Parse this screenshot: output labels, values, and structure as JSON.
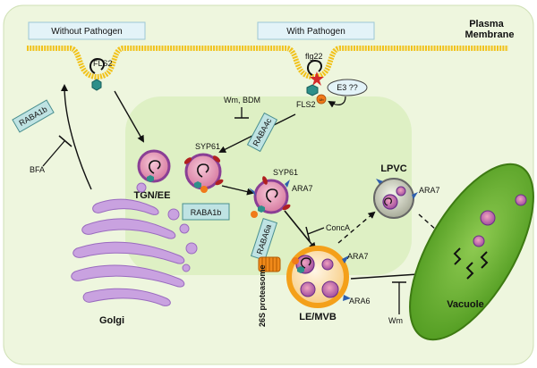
{
  "header": {
    "without_pathogen": "Without Pathogen",
    "with_pathogen": "With Pathogen",
    "plasma_membrane": "Plasma\nMembrane"
  },
  "labels": {
    "fls2_left": "FLS2",
    "flg22": "flg22",
    "e3": "E3 ??",
    "fls2_right": "FLS2",
    "ub": "Ub",
    "wm_bdm": "Wm, BDM",
    "syp61_a": "SYP61",
    "syp61_b": "SYP61",
    "ara7_a": "ARA7",
    "ara7_b": "ARA7",
    "ara7_c": "ARA7",
    "ara6": "ARA6",
    "tgn_ee": "TGN/EE",
    "golgi": "Golgi",
    "bfa": "BFA",
    "conca": "ConcA",
    "lpvc": "LPVC",
    "le_mvb": "LE/MVB",
    "proteasome": "26S proteasome",
    "wm": "Wm",
    "vacuole": "Vacuole"
  },
  "rab_boxes": {
    "raba1b_left": "RABA1b",
    "raba4c": "RABA4c",
    "raba1b_center": "RABA1b",
    "raba6a": "RABA6a"
  },
  "colors": {
    "cell_bg": "#eef6de",
    "inner_bg": "#dbeec0",
    "membrane": "#f1c21b",
    "header_box": "#e3f3f8",
    "rab_box": "#bfe3e3",
    "vesicle_purple": "#9a5ab5",
    "vesicle_pink": "#e58fb0",
    "mvb_orange": "#f4a01a",
    "vacuole_green": "#7cbf3a",
    "fls2_teal": "#2e8f8a",
    "ub_orange": "#f07a1a",
    "golgi_purple": "#b98bd6"
  }
}
